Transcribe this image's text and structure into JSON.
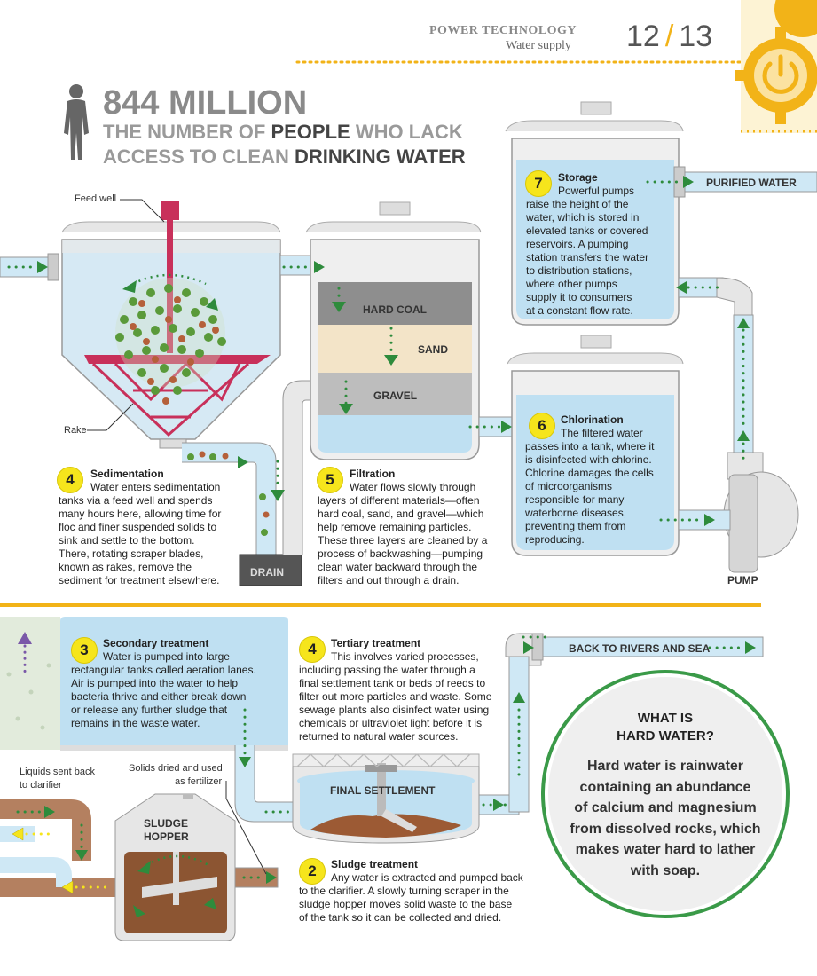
{
  "header": {
    "section": "POWER TECHNOLOGY",
    "subsection": "Water supply",
    "page_left": "12",
    "page_sep": "/",
    "page_right": "13"
  },
  "stat": {
    "number": "844 MILLION",
    "line1_pre": "THE NUMBER OF ",
    "line1_bold": "PEOPLE",
    "line1_post": " WHO LACK",
    "line2_pre": "ACCESS TO CLEAN ",
    "line2_bold": "DRINKING WATER"
  },
  "labels": {
    "feed_well": "Feed well",
    "rake": "Rake",
    "hard_coal": "HARD COAL",
    "sand": "SAND",
    "gravel": "GRAVEL",
    "drain": "DRAIN",
    "pump": "PUMP",
    "purified_water": "PURIFIED WATER",
    "back_to_rivers": "BACK TO RIVERS AND SEA",
    "final_settlement": "FINAL SETTLEMENT",
    "sludge_hopper_1": "SLUDGE",
    "sludge_hopper_2": "HOPPER",
    "liquids_1": "Liquids sent back",
    "liquids_2": "to clarifier",
    "solids_1": "Solids dried and used",
    "solids_2": "as fertilizer"
  },
  "steps": {
    "s4a": {
      "num": "4",
      "title": "Sedimentation",
      "lines": [
        "Water enters sedimentation",
        "tanks via a feed well and spends",
        "many hours here, allowing time for",
        "floc and finer suspended solids to",
        "sink and settle to the bottom.",
        "There, rotating scraper blades,",
        "known as rakes, remove the",
        "sediment for treatment elsewhere."
      ]
    },
    "s5": {
      "num": "5",
      "title": "Filtration",
      "lines": [
        "Water flows slowly through",
        "layers of different materials—often",
        "hard coal, sand, and gravel—which",
        "help remove remaining particles.",
        "These three layers are cleaned by a",
        "process of backwashing—pumping",
        "clean water backward through the",
        "filters and out through a drain."
      ]
    },
    "s6": {
      "num": "6",
      "title": "Chlorination",
      "lines": [
        "The filtered water",
        "passes into a tank, where it",
        "is disinfected with chlorine.",
        "Chlorine damages the cells",
        "of microorganisms",
        "responsible for many",
        "waterborne diseases,",
        "preventing them from",
        "reproducing."
      ]
    },
    "s7": {
      "num": "7",
      "title": "Storage",
      "lines": [
        "Powerful pumps",
        "raise the height of the",
        "water, which is stored in",
        "elevated tanks or covered",
        "reservoirs. A pumping",
        "station transfers the water",
        "to distribution stations,",
        "where other pumps",
        "supply it to consumers",
        "at a constant flow rate."
      ]
    },
    "s3": {
      "num": "3",
      "title": "Secondary treatment",
      "lines": [
        "Water is pumped into large",
        "rectangular tanks called aeration lanes.",
        "Air is pumped into the water to help",
        "bacteria thrive and either break down",
        "or release any further sludge that",
        "remains in the waste water."
      ]
    },
    "s4b": {
      "num": "4",
      "title": "Tertiary treatment",
      "lines": [
        "This involves varied processes,",
        "including passing the water through a",
        "final settlement tank or beds of reeds to",
        "filter out more particles and waste. Some",
        "sewage plants also disinfect water using",
        "chemicals or ultraviolet light before it is",
        "returned to natural water sources."
      ]
    },
    "s2": {
      "num": "2",
      "title": "Sludge treatment",
      "lines": [
        "Any water is extracted and pumped back",
        "to the clarifier. A slowly turning scraper in the",
        "sludge hopper moves solid waste to the base",
        "of the tank so it can be collected and dried."
      ]
    }
  },
  "hard_water": {
    "title1": "WHAT IS",
    "title2": "HARD WATER?",
    "lines": [
      "Hard water is rainwater",
      "containing an abundance",
      "of calcium and magnesium",
      "from dissolved rocks, which",
      "makes water hard to lather",
      "with soap."
    ]
  },
  "colors": {
    "accent": "#f2b318",
    "water": "#bfe0f2",
    "arrow": "#2e8b3c",
    "rake": "#c8305a",
    "tank": "#e6e6e6"
  }
}
